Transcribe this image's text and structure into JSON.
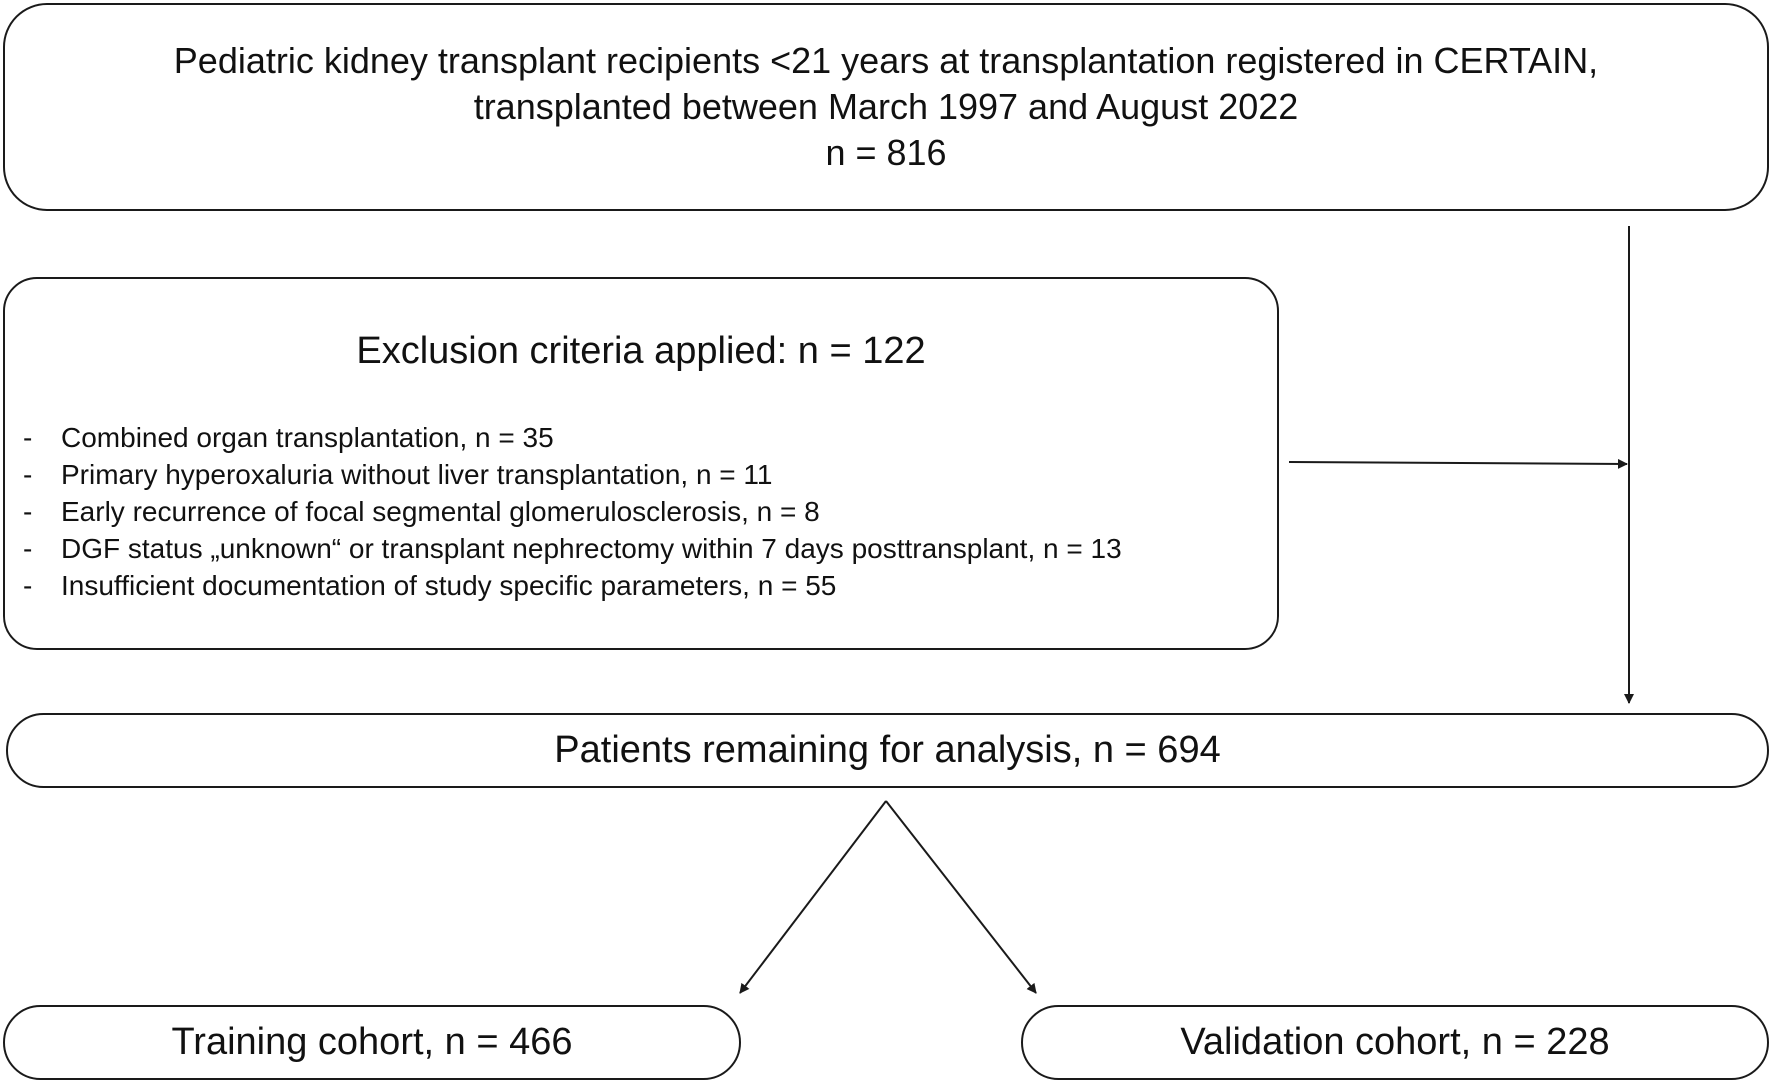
{
  "top_box": {
    "line1": "Pediatric kidney transplant recipients <21 years at transplantation registered in CERTAIN,",
    "line2": "transplanted between March 1997 and August 2022",
    "line3": "n = 816"
  },
  "exclusion": {
    "title": "Exclusion criteria applied: n = 122",
    "bullet": "-",
    "items": [
      "Combined organ transplantation, n = 35",
      "Primary hyperoxaluria without liver transplantation, n = 11",
      "Early recurrence of focal segmental glomerulosclerosis, n = 8",
      "DGF status „unknown“ or transplant nephrectomy within 7 days posttransplant, n = 13",
      "Insufficient documentation of study specific parameters, n = 55"
    ]
  },
  "remaining": {
    "label": "Patients remaining for analysis, n = 694"
  },
  "training": {
    "label": "Training cohort, n = 466"
  },
  "validation": {
    "label": "Validation cohort, n = 228"
  },
  "colors": {
    "stroke": "#1a1a1a",
    "background": "#ffffff"
  }
}
